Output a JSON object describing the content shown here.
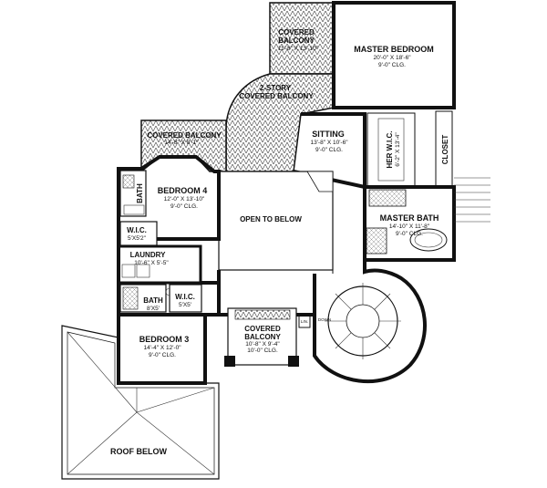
{
  "rooms": {
    "master_bedroom": {
      "name": "MASTER BEDROOM",
      "dims": "20'-0\" X 18'-6\"",
      "clg": "9'-0\" CLG."
    },
    "covered_balcony_top": {
      "name_line1": "COVERED",
      "name_line2": "BALCONY",
      "dims": "11'-8\" X 13'-10\""
    },
    "two_story_balcony": {
      "name_line1": "2-STORY",
      "name_line2": "COVERED BALCONY"
    },
    "covered_balcony_left": {
      "name": "COVERED BALCONY",
      "dims": "14'-8\" X 8'-1\""
    },
    "sitting": {
      "name": "SITTING",
      "dims": "13'-8\" X 10'-6\"",
      "clg": "9'-0\" CLG."
    },
    "her_wic": {
      "name": "HER W.I.C.",
      "dims": "6'-2\" X 13'-4\""
    },
    "closet": {
      "name": "CLOSET"
    },
    "bath_upper": {
      "name": "BATH"
    },
    "bedroom4": {
      "name": "BEDROOM 4",
      "dims": "12'-0\" X 13'-10\"",
      "clg": "9'-0\" CLG."
    },
    "open_to_below": {
      "name": "OPEN TO BELOW"
    },
    "master_bath": {
      "name": "MASTER BATH",
      "dims": "14'-10\" X 11'-8\"",
      "clg": "9'-0\" CLG."
    },
    "wic_upper": {
      "name": "W.I.C.",
      "dims": "5'X5'2\""
    },
    "laundry": {
      "name": "LAUNDRY",
      "dims": "10'-6\" X 5'-5\""
    },
    "bath_lower": {
      "name": "BATH",
      "dims": "8'X5'"
    },
    "wic_lower": {
      "name": "W.I.C.",
      "dims": "5'X5'"
    },
    "bedroom3": {
      "name": "BEDROOM 3",
      "dims": "14'-4\" X 12'-0\"",
      "clg": "9'-0\" CLG."
    },
    "covered_balcony_bottom": {
      "name_line1": "COVERED",
      "name_line2": "BALCONY",
      "dims": "10'-8\" X 9'-4\"",
      "clg": "10'-0\" CLG."
    },
    "roof_below": {
      "name": "ROOF BELOW"
    },
    "stair": {
      "label": "DOWN"
    },
    "linen": {
      "label": "LIN."
    }
  },
  "colors": {
    "wall": "#111111",
    "hatch": "#555555",
    "background": "#ffffff"
  }
}
